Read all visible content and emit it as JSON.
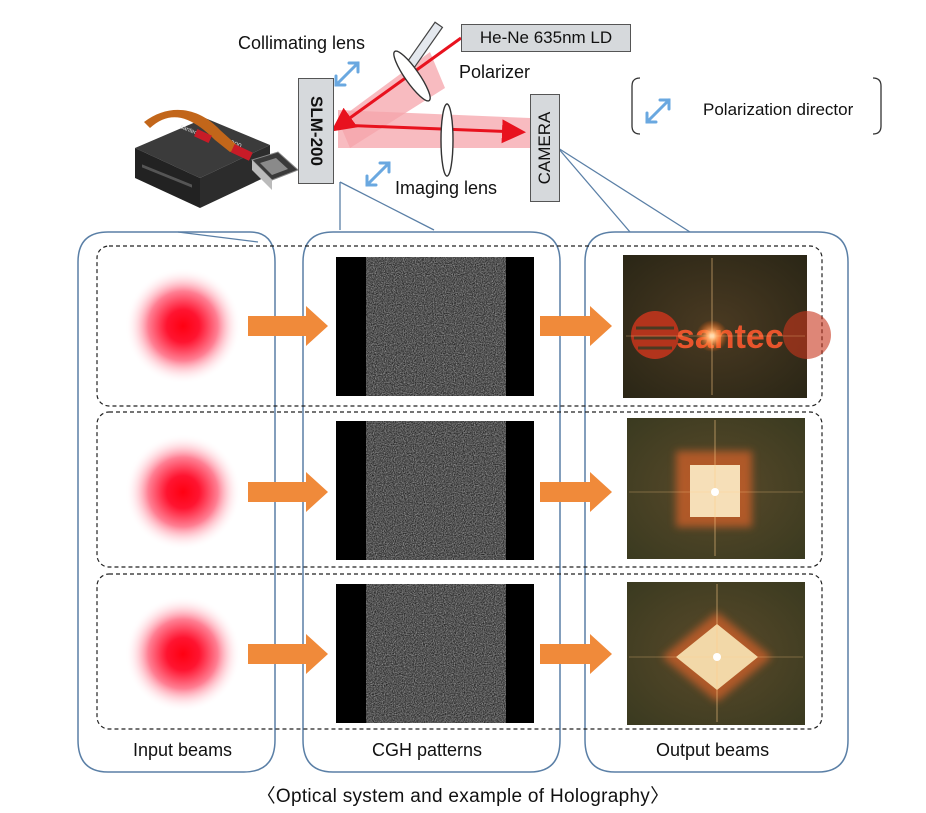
{
  "labels": {
    "collimating_lens": "Collimating lens",
    "laser": "He-Ne 635nm LD",
    "polarizer": "Polarizer",
    "slm": "SLM-200",
    "camera": "CAMERA",
    "imaging_lens": "Imaging lens",
    "polarization_director": "Polarization director",
    "device_logo": "santec",
    "device_model": "SLM-200",
    "output_logo_text": "santec"
  },
  "columns": {
    "input": "Input beams",
    "cgh": "CGH patterns",
    "output": "Output beams"
  },
  "rows": [
    {
      "output_shape": "logo"
    },
    {
      "output_shape": "square"
    },
    {
      "output_shape": "diamond"
    }
  ],
  "caption": "〈Optical system and example of Holography〉",
  "colors": {
    "laser_beam": "#e8121e",
    "beam_glow": "#f6a4ab",
    "arrow": "#f08a3a",
    "panel_border": "#5a7fa6",
    "polarization_arrow": "#6aa8e0",
    "output_glow": "#ff6a2a"
  }
}
